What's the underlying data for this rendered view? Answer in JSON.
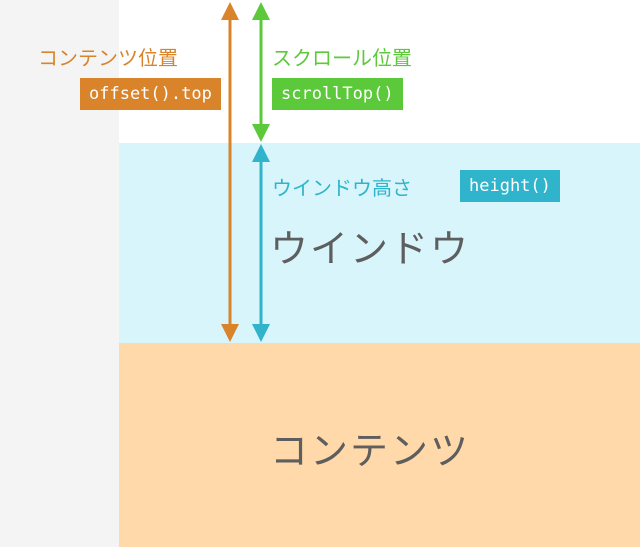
{
  "labels": {
    "window_region": "ウインドウ",
    "content_region": "コンテンツ",
    "offset_label": "コンテンツ位置",
    "offset_badge": "offset().top",
    "scroll_label": "スクロール位置",
    "scroll_badge": "scrollTop()",
    "height_label": "ウインドウ高さ",
    "height_badge": "height()"
  },
  "colors": {
    "offset": "#d9842b",
    "scroll": "#5cc93a",
    "height": "#2fb4cc",
    "window_bg": "#d7f5fb",
    "content_bg": "#ffd9a9",
    "gutter_bg": "#f4f4f4",
    "text_gray": "#5e5e5e"
  }
}
